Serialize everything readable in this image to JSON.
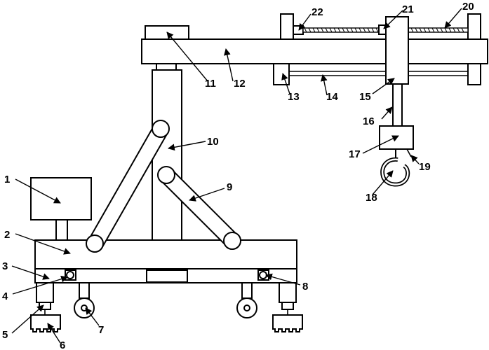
{
  "labels": {
    "l1": "1",
    "l2": "2",
    "l3": "3",
    "l4": "4",
    "l5": "5",
    "l6": "6",
    "l7": "7",
    "l8": "8",
    "l9": "9",
    "l10": "10",
    "l11": "11",
    "l12": "12",
    "l13": "13",
    "l14": "14",
    "l15": "15",
    "l16": "16",
    "l17": "17",
    "l18": "18",
    "l19": "19",
    "l20": "20",
    "l21": "21",
    "l22": "22"
  },
  "colors": {
    "line": "#000000",
    "background": "#ffffff"
  }
}
